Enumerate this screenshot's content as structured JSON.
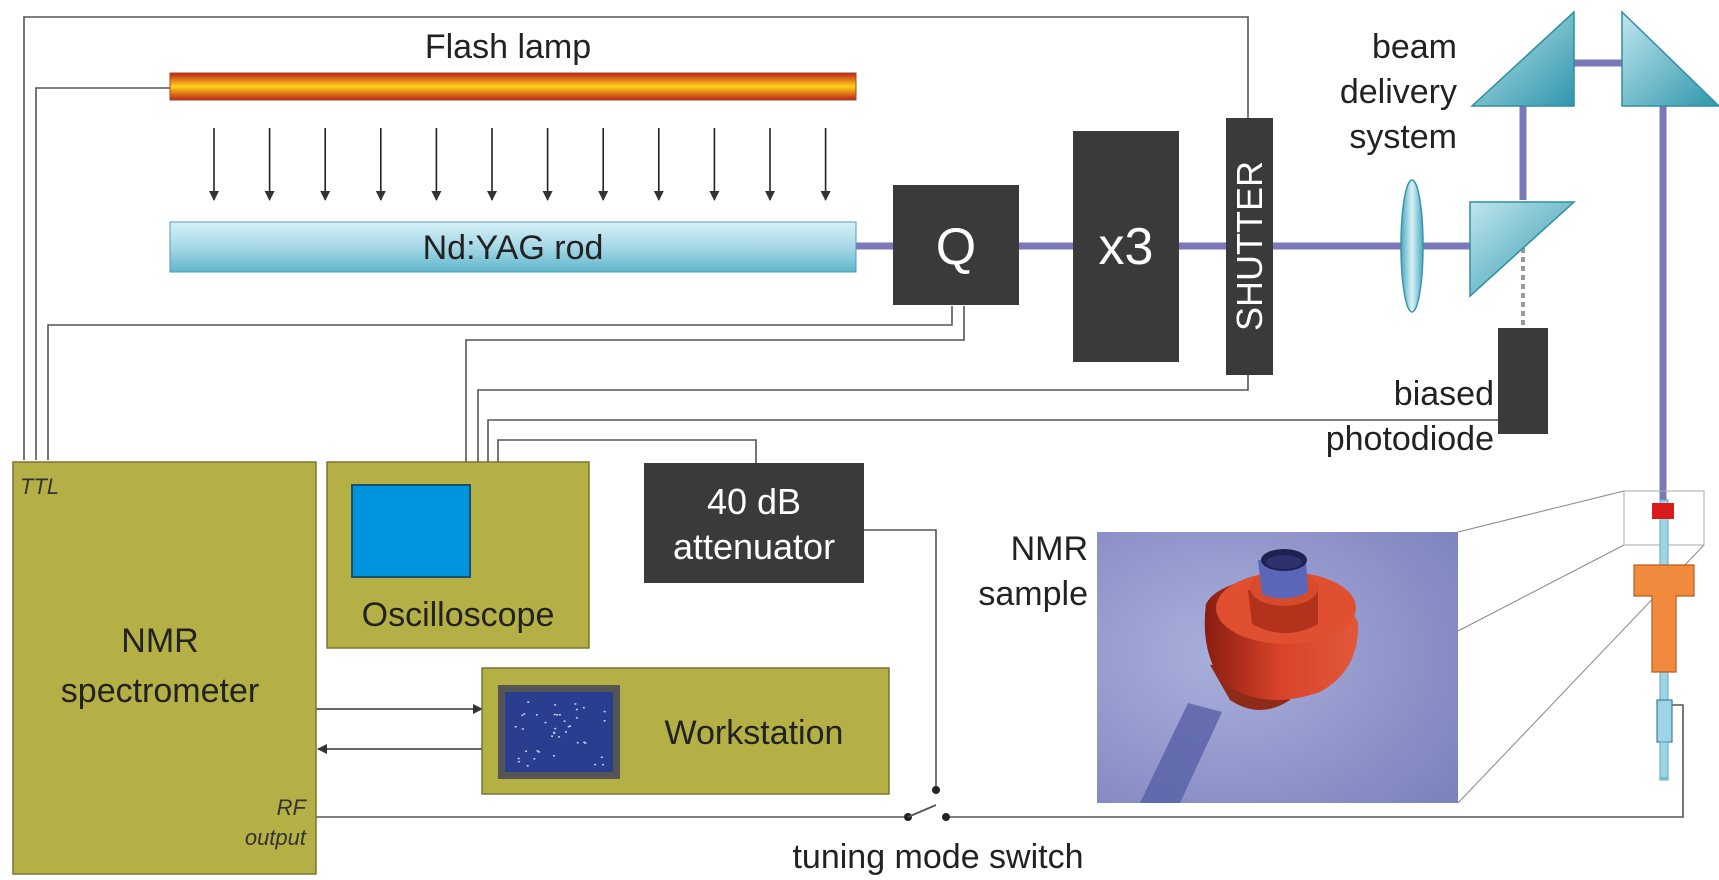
{
  "labels": {
    "flash_lamp": "Flash lamp",
    "rod": "Nd:YAG rod",
    "q_switch": "Q",
    "tripler": "x3",
    "shutter": "SHUTTER",
    "beam_delivery": [
      "beam",
      "delivery",
      "system"
    ],
    "photodiode": [
      "biased",
      "photodiode"
    ],
    "attenuator": [
      "40 dB",
      "attenuator"
    ],
    "oscilloscope": "Oscilloscope",
    "workstation": "Workstation",
    "spectrometer": [
      "NMR",
      "spectrometer"
    ],
    "ttl": "TTL",
    "rf_output": [
      "RF",
      "output"
    ],
    "nmr_sample": [
      "NMR",
      "sample"
    ],
    "tuning_switch": "tuning mode switch"
  },
  "colors": {
    "olive_box": "#b5b046",
    "dark_box": "#3a3a3a",
    "beam": "#7b78b8",
    "prism": "#4fb6c6",
    "scope_screen": "#0094dc",
    "workstation_screen": "#2b3d8f",
    "sample_cap": "#d8442a",
    "sample_holder": "#f08a3c"
  }
}
